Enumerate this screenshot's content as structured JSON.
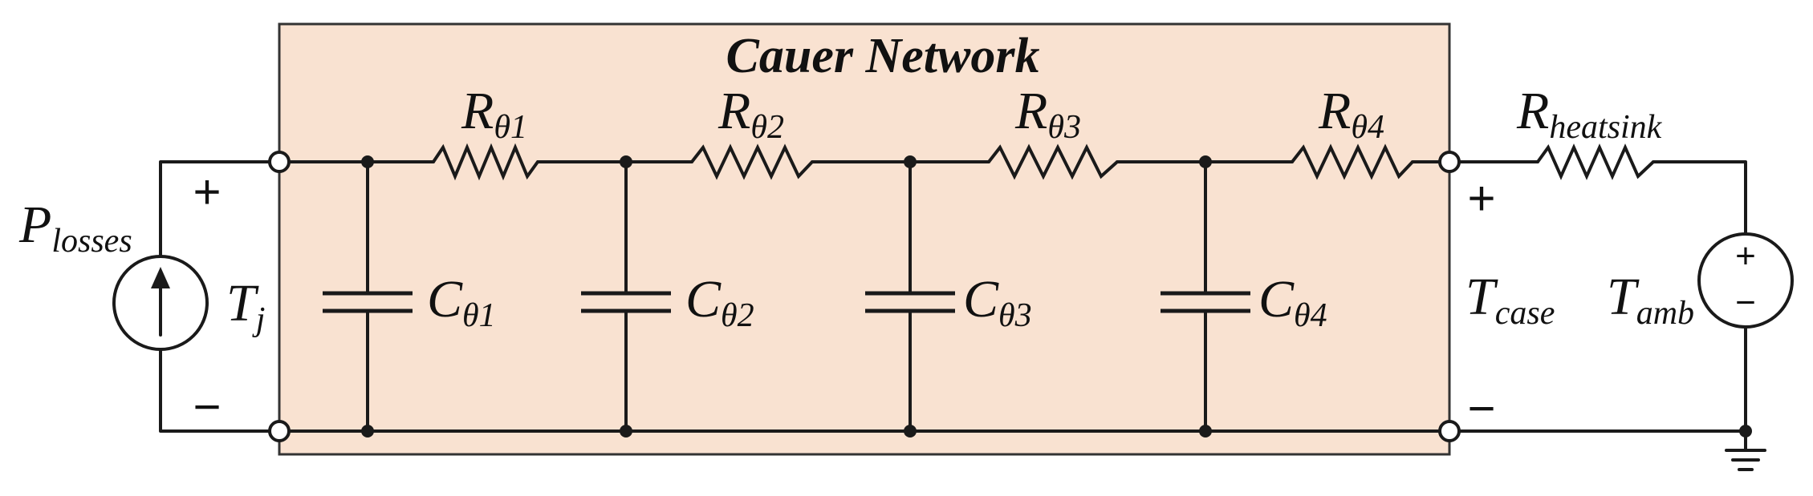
{
  "title": "Cauer Network",
  "colors": {
    "box_fill": "#f9e2d1",
    "box_stroke": "#333333",
    "line": "#1a1a1a"
  },
  "source": {
    "label_main": "P",
    "label_sub": "losses"
  },
  "input_voltage": {
    "label_main": "T",
    "label_sub": "j",
    "plus": "+",
    "minus": "−"
  },
  "stages": [
    {
      "r_main": "R",
      "r_sub": "θ1",
      "c_main": "C",
      "c_sub": "θ1"
    },
    {
      "r_main": "R",
      "r_sub": "θ2",
      "c_main": "C",
      "c_sub": "θ2"
    },
    {
      "r_main": "R",
      "r_sub": "θ3",
      "c_main": "C",
      "c_sub": "θ3"
    },
    {
      "r_main": "R",
      "r_sub": "θ4",
      "c_main": "C",
      "c_sub": "θ4"
    }
  ],
  "heatsink": {
    "r_main": "R",
    "r_sub": "heatsink"
  },
  "case_voltage": {
    "label_main": "T",
    "label_sub": "case",
    "plus": "+",
    "minus": "−"
  },
  "ambient": {
    "label_main": "T",
    "label_sub": "amb",
    "plus": "+",
    "minus": "−"
  }
}
